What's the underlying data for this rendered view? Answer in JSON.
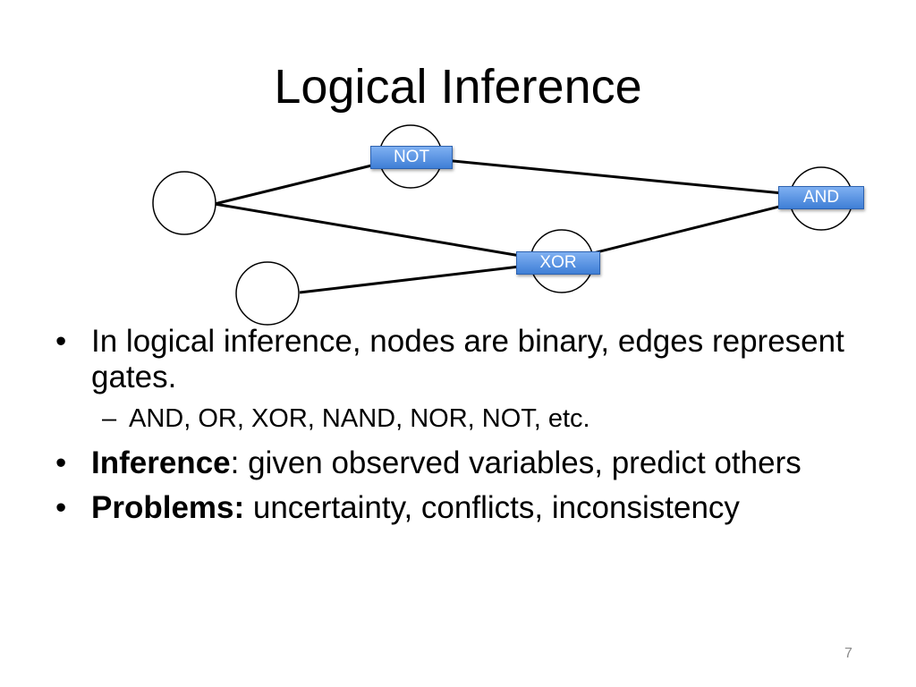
{
  "slide": {
    "title": "Logical Inference",
    "page_number": "7"
  },
  "diagram": {
    "gates": {
      "not": "NOT",
      "and": "AND",
      "xor": "XOR"
    }
  },
  "bullets": {
    "b1": "In logical inference, nodes are binary, edges represent gates.",
    "b1_sub": "AND, OR, XOR, NAND, NOR, NOT, etc.",
    "b2_strong": "Inference",
    "b2_rest": ": given observed variables, predict others",
    "b3_strong": "Problems:",
    "b3_rest": " uncertainty, conflicts, inconsistency",
    "bullet_char": "•",
    "dash_char": "–"
  },
  "colors": {
    "gate_fill": "#4f8de0",
    "edge": "#000000",
    "node_stroke": "#000000"
  }
}
